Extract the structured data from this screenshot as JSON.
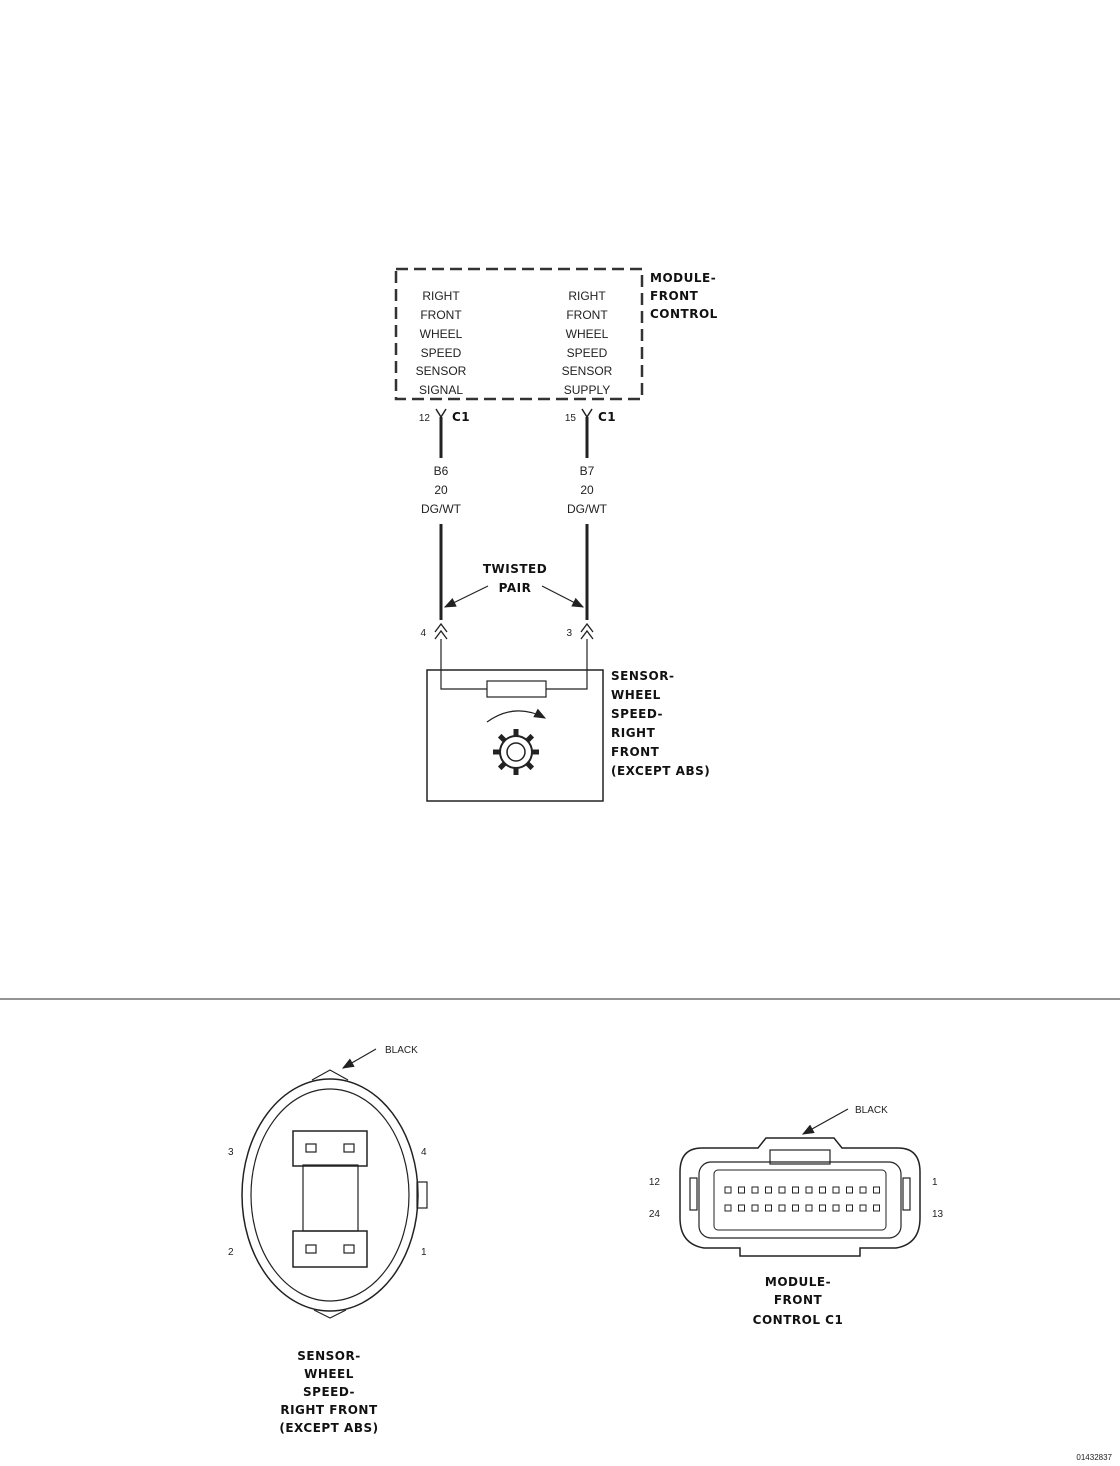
{
  "module": {
    "title": [
      "MODULE-",
      "FRONT",
      "CONTROL"
    ],
    "signal_label": [
      "RIGHT",
      "FRONT",
      "WHEEL",
      "SPEED",
      "SENSOR",
      "SIGNAL"
    ],
    "supply_label": [
      "RIGHT",
      "FRONT",
      "WHEEL",
      "SPEED",
      "SENSOR",
      "SUPPLY"
    ]
  },
  "connector_pins": {
    "left_cavity": "12",
    "right_cavity": "15",
    "connector": "C1"
  },
  "wires": {
    "left": [
      "B6",
      "20",
      "DG/WT"
    ],
    "right": [
      "B7",
      "20",
      "DG/WT"
    ]
  },
  "twisted_pair_label": [
    "TWISTED",
    "PAIR"
  ],
  "sensor_pins": {
    "left": "4",
    "right": "3"
  },
  "sensor": {
    "title": [
      "SENSOR-",
      "WHEEL",
      "SPEED-",
      "RIGHT",
      "FRONT",
      "(EXCEPT ABS)"
    ]
  },
  "sensor_face": {
    "color_label": "BLACK",
    "pins": {
      "top_left": "3",
      "top_right": "4",
      "bottom_left": "2",
      "bottom_right": "1"
    },
    "caption": [
      "SENSOR-",
      "WHEEL",
      "SPEED-",
      "RIGHT FRONT",
      "(EXCEPT ABS)"
    ]
  },
  "module_face": {
    "color_label": "BLACK",
    "pins": {
      "top_left": "12",
      "top_right": "1",
      "bottom_left": "24",
      "bottom_right": "13"
    },
    "caption": [
      "MODULE-",
      "FRONT",
      "CONTROL C1"
    ]
  },
  "figure_id": "01432837",
  "colors": {
    "line": "#333333",
    "wire": "#222222"
  }
}
